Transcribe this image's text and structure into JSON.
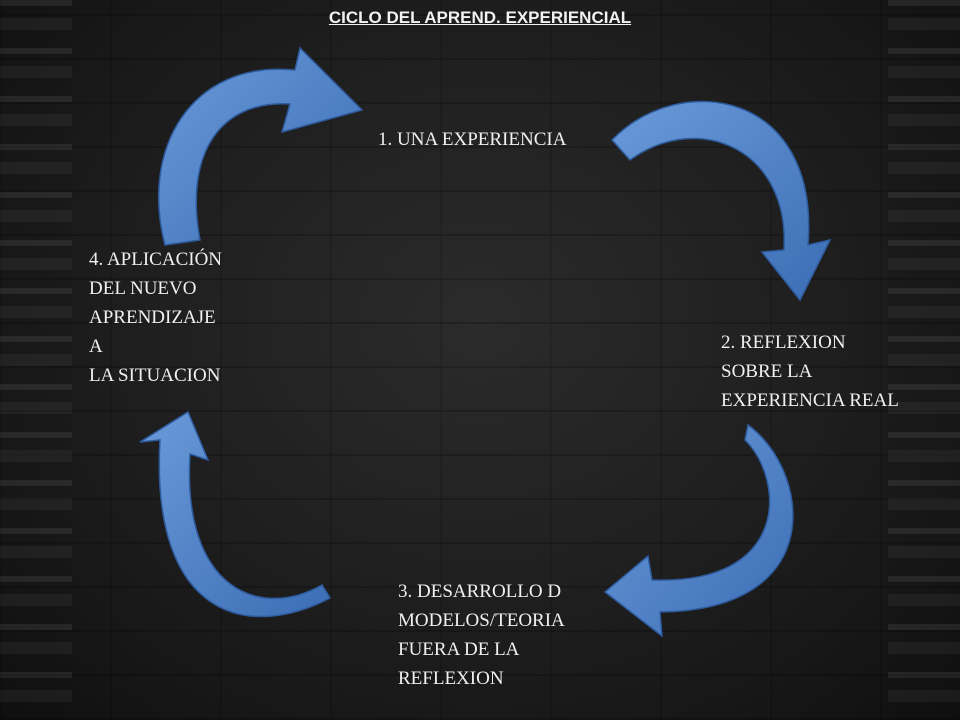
{
  "title": "CICLO DEL APREND. EXPERIENCIAL",
  "stages": [
    {
      "label": "1. UNA EXPERIENCIA"
    },
    {
      "label": "2. REFLEXION\nSOBRE LA\nEXPERIENCIA REAL"
    },
    {
      "label": "3. DESARROLLO D\nMODELOS/TEORIA\nFUERA DE LA\nREFLEXION"
    },
    {
      "label": "4. APLICACIÓN\nDEL NUEVO\nAPRENDIZAJE\nA\nLA SITUACION"
    }
  ],
  "colors": {
    "arrow_fill": "#4a7cc4",
    "arrow_edge": "#2e5b9e",
    "text": "#f0f0f0",
    "background": "#1c1c1c"
  }
}
